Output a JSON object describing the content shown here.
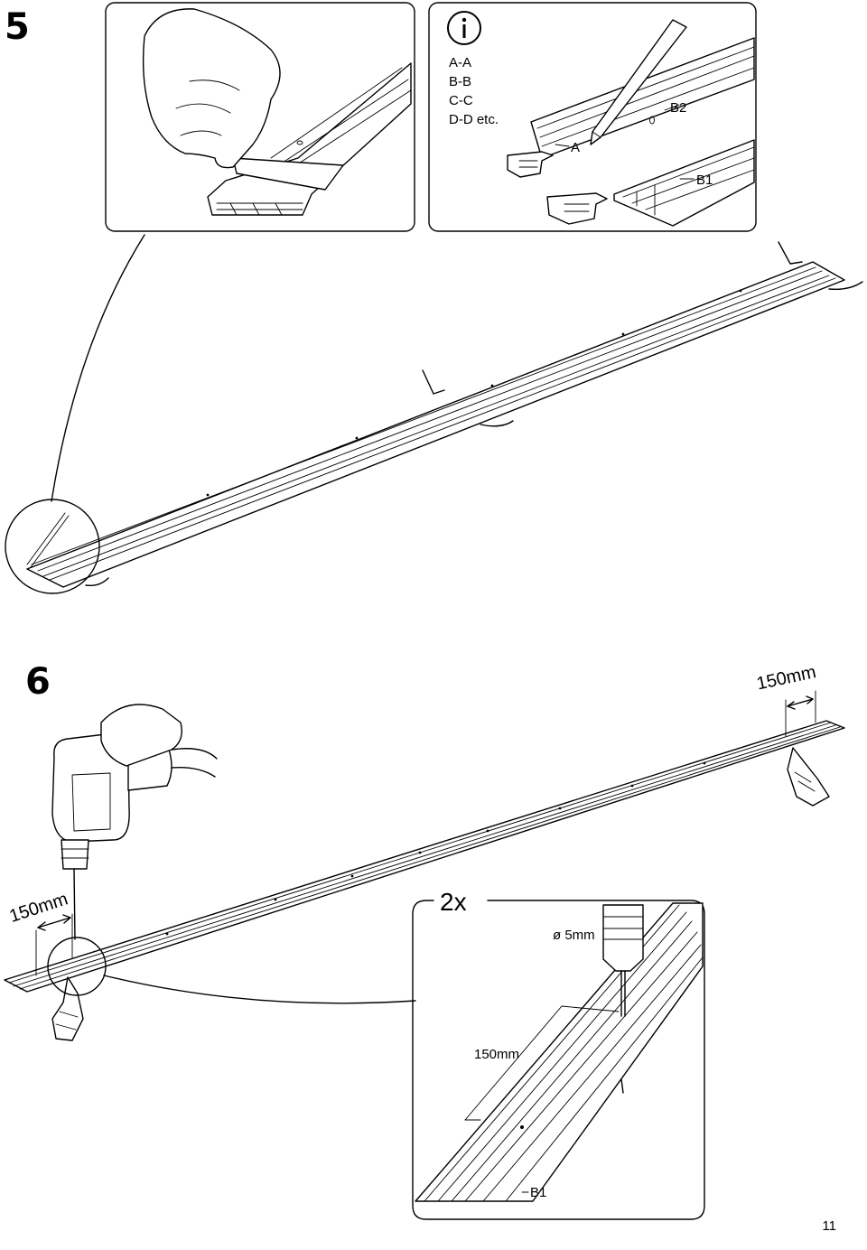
{
  "page": {
    "number": "11"
  },
  "step5": {
    "number": "5",
    "info_icon": "info-icon",
    "info_lines": [
      "A-A",
      "B-B",
      "C-C",
      "D-D etc."
    ],
    "labels": {
      "a": "A",
      "b2": "B2",
      "b1": "B1"
    }
  },
  "step6": {
    "number": "6",
    "dim_right": "150mm",
    "dim_left": "150mm",
    "quantity": "2x",
    "drill_size": "ø 5mm",
    "dim_detail": "150mm",
    "part": "B1"
  }
}
